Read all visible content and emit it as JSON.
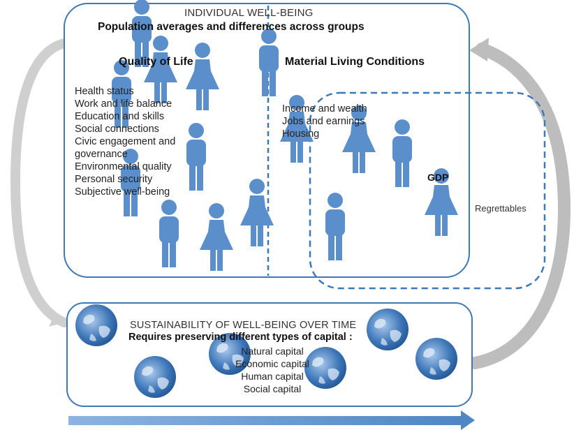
{
  "individual": {
    "title": "INDIVIDUAL WELL-BEING",
    "subtitle": "Population averages and differences across groups"
  },
  "quality_of_life": {
    "heading": "Quality of Life",
    "items": [
      "Health status",
      "Work and life balance",
      "Education and skills",
      "Social connections",
      "Civic engagement and",
      "governance",
      "Environmental quality",
      "Personal security",
      "Subjective well-being"
    ]
  },
  "material_living": {
    "heading": "Material Living Conditions",
    "items": [
      "Income and wealth",
      "Jobs and earnings",
      "Housing"
    ]
  },
  "gdp": {
    "label": "GDP",
    "regrettables": "Regrettables"
  },
  "sustainability": {
    "title": "SUSTAINABILITY OF WELL-BEING OVER TIME",
    "subtitle": "Requires preserving different types of capital :",
    "capitals": [
      "Natural capital",
      "Economic capital",
      "Human capital",
      "Social capital"
    ]
  },
  "colors": {
    "frame": "#3d78b8",
    "person": "#5b8fcb",
    "arrow": "#c9c9c9",
    "time_arrow": "#6b9bd2"
  }
}
